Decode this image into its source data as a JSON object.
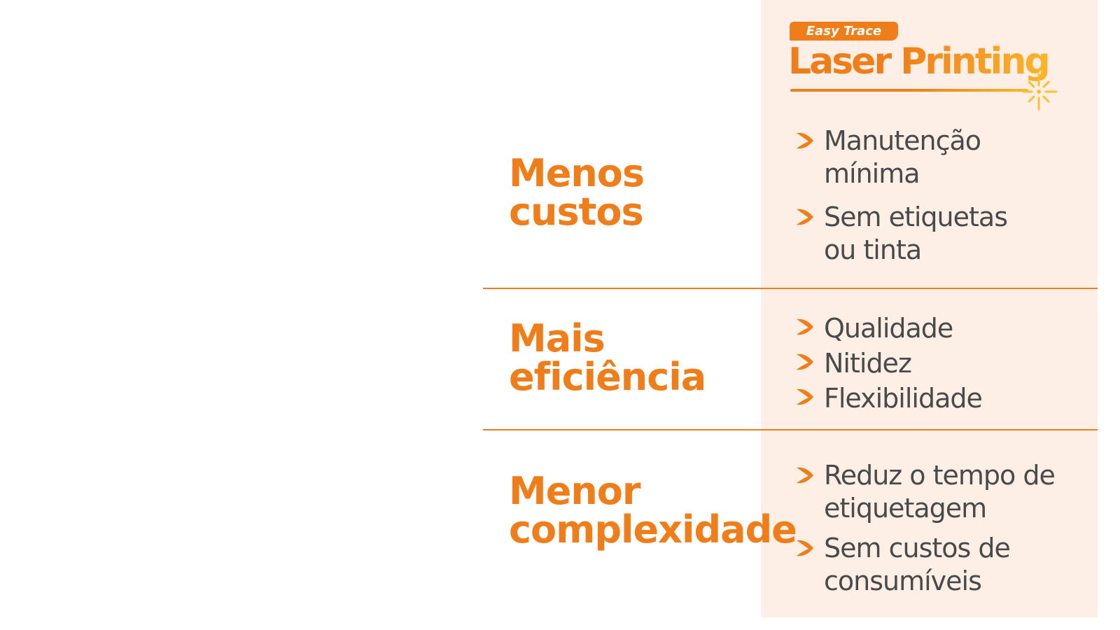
{
  "logo": {
    "badge": "Easy Trace",
    "title": "Laser Printing"
  },
  "sections": [
    {
      "heading": [
        "Menos",
        "custos"
      ],
      "items": [
        [
          "Manutenção",
          "mínima"
        ],
        [
          "Sem etiquetas",
          "ou tinta"
        ]
      ]
    },
    {
      "heading": [
        "Mais",
        "eficiência"
      ],
      "items": [
        [
          "Qualidade"
        ],
        [
          "Nitidez"
        ],
        [
          "Flexibilidade"
        ]
      ]
    },
    {
      "heading": [
        "Menor",
        "complexidade"
      ],
      "items": [
        [
          "Reduz o tempo de",
          "etiquetagem"
        ],
        [
          "Sem custos de",
          "consumíveis"
        ]
      ]
    }
  ],
  "colors": {
    "accent": "#ef7d1a",
    "panel": "#fdefe6",
    "text": "#4a4a4a",
    "spark": "#fbc02d"
  }
}
